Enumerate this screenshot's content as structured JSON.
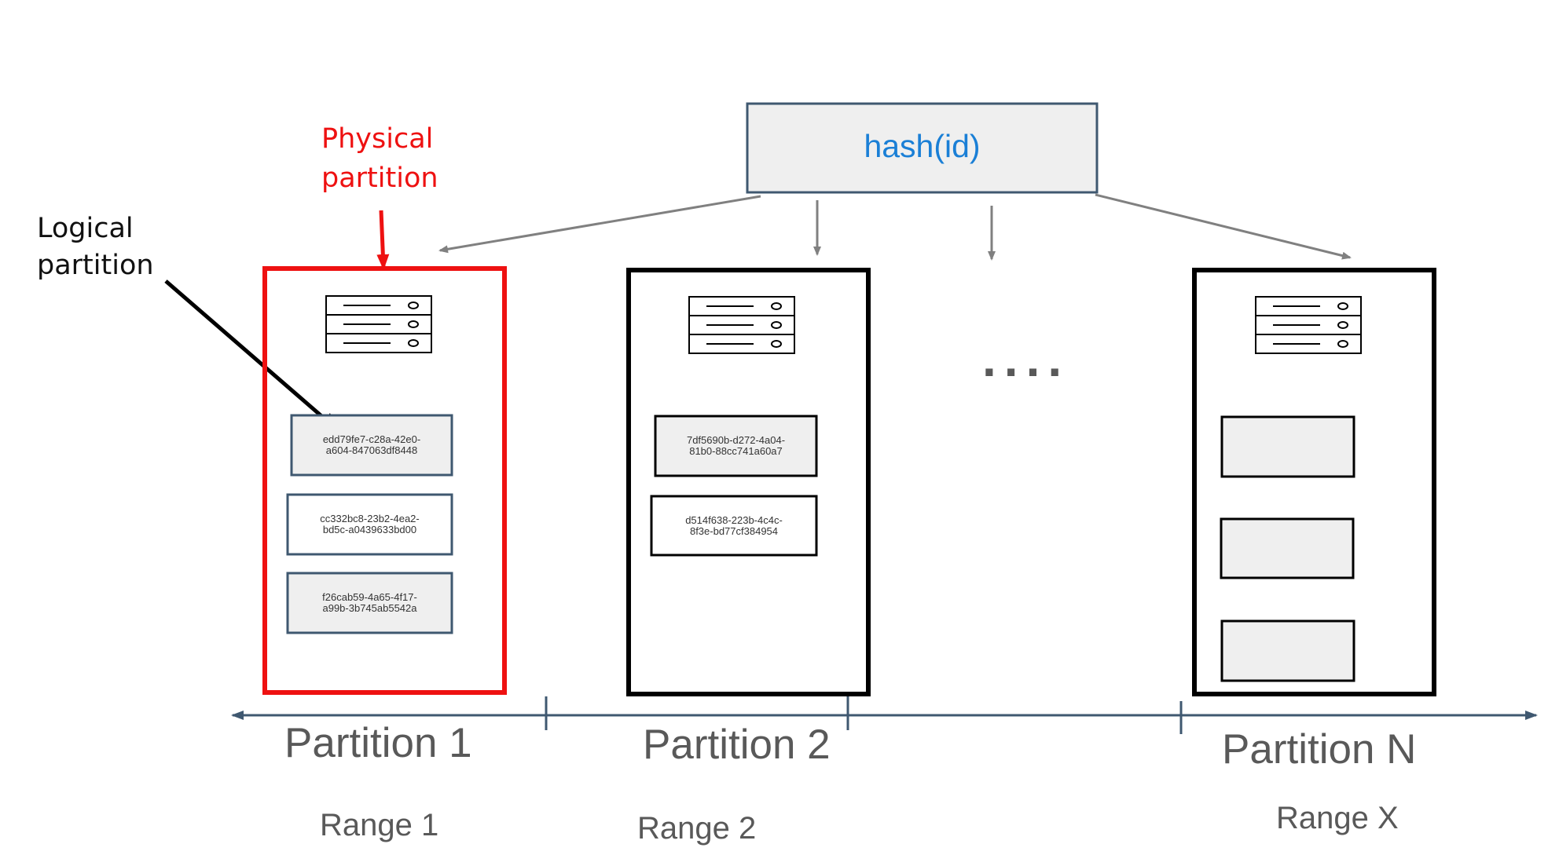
{
  "hash_box": {
    "label": "hash(id)"
  },
  "callouts": {
    "physical_partition": [
      "Physical",
      "partition"
    ],
    "logical_partition": [
      "Logical",
      "partition"
    ]
  },
  "ellipsis": "....",
  "partitions": [
    {
      "name": "Partition 1",
      "range": "Range 1",
      "highlighted": true,
      "logical_partitions": [
        [
          "edd79fe7-c28a-42e0-",
          "a604-847063df8448"
        ],
        [
          "cc332bc8-23b2-4ea2-",
          "bd5c-a0439633bd00"
        ],
        [
          "f26cab59-4a65-4f17-",
          "a99b-3b745ab5542a"
        ]
      ]
    },
    {
      "name": "Partition 2",
      "range": "Range 2",
      "highlighted": false,
      "logical_partitions": [
        [
          "7df5690b-d272-4a04-",
          "81b0-88cc741a60a7"
        ],
        [
          "d514f638-223b-4c4c-",
          "8f3e-bd77cf384954"
        ]
      ]
    },
    {
      "name": "Partition N",
      "range": "Range X",
      "highlighted": false,
      "logical_partitions": [
        [],
        [],
        []
      ]
    }
  ],
  "colors": {
    "highlight": "#ee1111",
    "hash_text": "#1a7fd6",
    "box_fill": "#efefef",
    "arrow": "#808080",
    "axis": "#3f5870"
  }
}
